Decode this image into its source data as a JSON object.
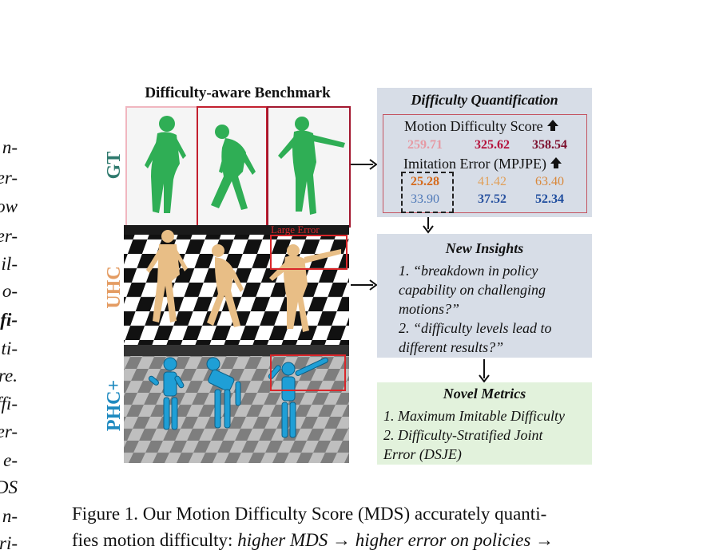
{
  "top_fragment": "' ' '",
  "left_column": [
    "n-",
    "er-",
    "ow",
    "er-",
    "il-",
    "o-",
    "fi-",
    "ti-",
    "re.",
    "ffi-",
    "er-",
    "e-",
    "DS",
    "n-",
    "ri-"
  ],
  "figure": {
    "title": "Difficulty-aware Benchmark",
    "row_labels": {
      "gt": "GT",
      "uhc": "UHC",
      "phc": "PHC+"
    },
    "large_error_label": "Large Error",
    "quant": {
      "title": "Difficulty Quantification",
      "mds_label": "Motion Difficulty Score",
      "mds_values": [
        "259.71",
        "325.62",
        "358.54"
      ],
      "mpjpe_label": "Imitation Error (MPJPE)",
      "uhc_values": [
        "25.28",
        "41.42",
        "63.40"
      ],
      "phc_values": [
        "33.90",
        "37.52",
        "52.34"
      ]
    },
    "insights": {
      "title": "New Insights",
      "lines": [
        "1. “breakdown in policy",
        "capability on challenging",
        "motions?”",
        "2. “difficulty levels lead to",
        "different results?”"
      ]
    },
    "metrics": {
      "title": "Novel Metrics",
      "lines": [
        "1. Maximum Imitable Difficulty",
        "2. Difficulty-Stratified Joint",
        "Error (DSJE)"
      ]
    },
    "colors": {
      "gt_label": "#2f7a6e",
      "uhc_label": "#e49c63",
      "phc_label": "#1f8ac0",
      "mds1": "#e69aa4",
      "mds2": "#b5123c",
      "mds3": "#7c0f2d",
      "uhc1": "#d5691a",
      "uhc2": "#e1a05a",
      "uhc3": "#d9883b",
      "phc1": "#4f79b8",
      "phc2": "#2a53a0",
      "phc3": "#1f4d9e",
      "quant_bg": "#d7dde7",
      "metric_bg": "#e2f2dc"
    }
  },
  "caption": {
    "line1": "Figure 1.  Our Motion Difficulty Score (MDS) accurately quanti-",
    "line2_a": "fies motion difficulty: ",
    "line2_b": "higher MDS",
    "line2_arrow1": " → ",
    "line2_c": "higher error on policies",
    "line2_arrow2": " →"
  }
}
